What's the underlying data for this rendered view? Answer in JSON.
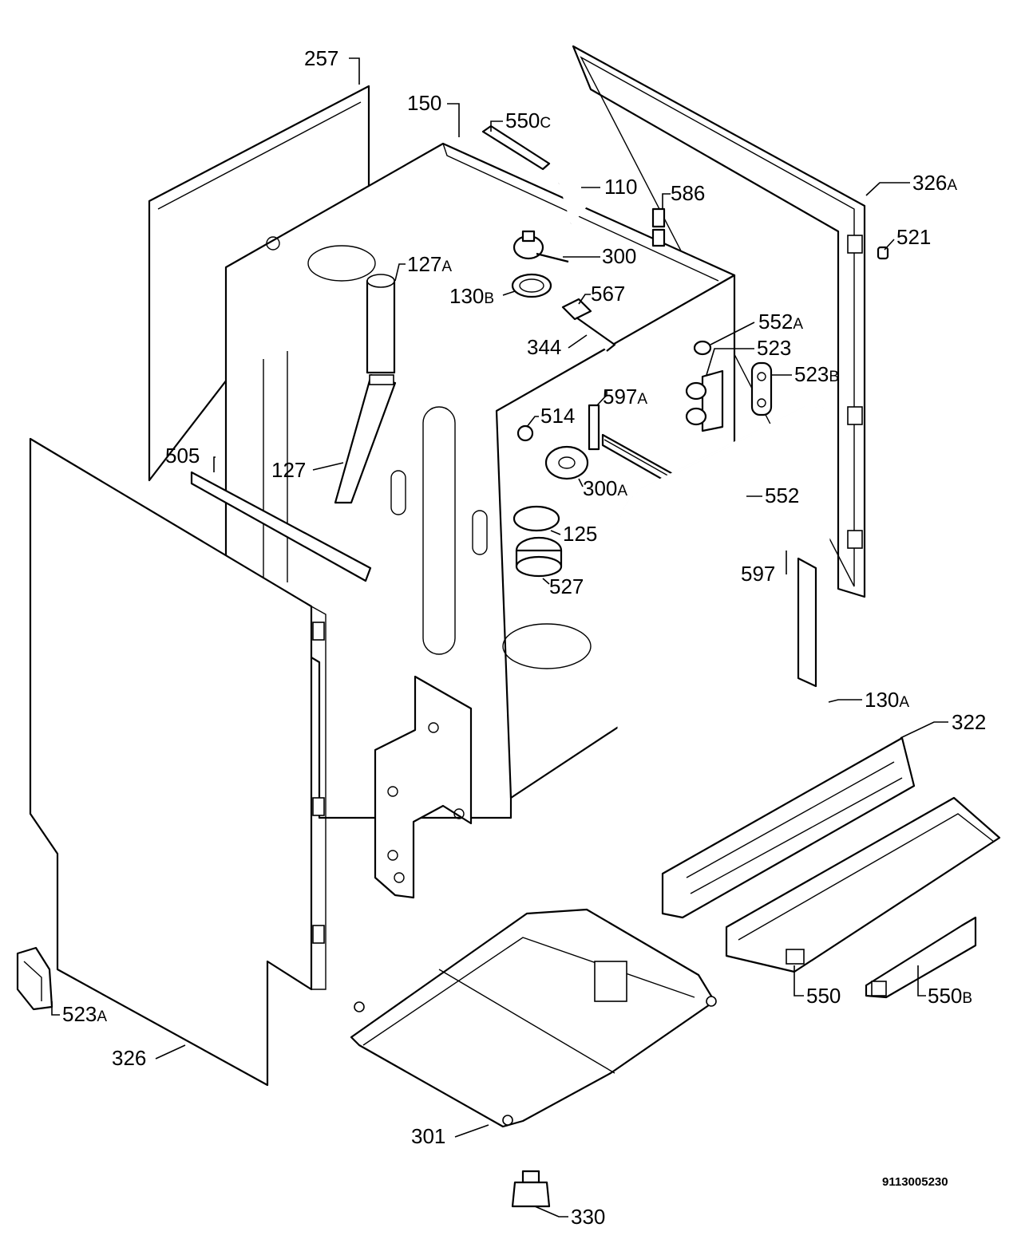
{
  "document_number": "9113005230",
  "labels": [
    {
      "id": "257",
      "num": "257",
      "suffix": ""
    },
    {
      "id": "150",
      "num": "150",
      "suffix": ""
    },
    {
      "id": "550c",
      "num": "550",
      "suffix": "C"
    },
    {
      "id": "110",
      "num": "110",
      "suffix": ""
    },
    {
      "id": "586",
      "num": "586",
      "suffix": ""
    },
    {
      "id": "326a",
      "num": "326",
      "suffix": "A"
    },
    {
      "id": "521",
      "num": "521",
      "suffix": ""
    },
    {
      "id": "127a",
      "num": "127",
      "suffix": "A"
    },
    {
      "id": "300",
      "num": "300",
      "suffix": ""
    },
    {
      "id": "130b",
      "num": "130",
      "suffix": "B"
    },
    {
      "id": "567",
      "num": "567",
      "suffix": ""
    },
    {
      "id": "552a",
      "num": "552",
      "suffix": "A"
    },
    {
      "id": "344",
      "num": "344",
      "suffix": ""
    },
    {
      "id": "523",
      "num": "523",
      "suffix": ""
    },
    {
      "id": "523b",
      "num": "523",
      "suffix": "B"
    },
    {
      "id": "514",
      "num": "514",
      "suffix": ""
    },
    {
      "id": "597a",
      "num": "597",
      "suffix": "A"
    },
    {
      "id": "505",
      "num": "505",
      "suffix": ""
    },
    {
      "id": "127",
      "num": "127",
      "suffix": ""
    },
    {
      "id": "300a",
      "num": "300",
      "suffix": "A"
    },
    {
      "id": "552",
      "num": "552",
      "suffix": ""
    },
    {
      "id": "125",
      "num": "125",
      "suffix": ""
    },
    {
      "id": "597",
      "num": "597",
      "suffix": ""
    },
    {
      "id": "527",
      "num": "527",
      "suffix": ""
    },
    {
      "id": "130a",
      "num": "130",
      "suffix": "A"
    },
    {
      "id": "322",
      "num": "322",
      "suffix": ""
    },
    {
      "id": "550",
      "num": "550",
      "suffix": ""
    },
    {
      "id": "550b",
      "num": "550",
      "suffix": "B"
    },
    {
      "id": "523a",
      "num": "523",
      "suffix": "A"
    },
    {
      "id": "326",
      "num": "326",
      "suffix": ""
    },
    {
      "id": "301",
      "num": "301",
      "suffix": ""
    },
    {
      "id": "330",
      "num": "330",
      "suffix": ""
    }
  ]
}
